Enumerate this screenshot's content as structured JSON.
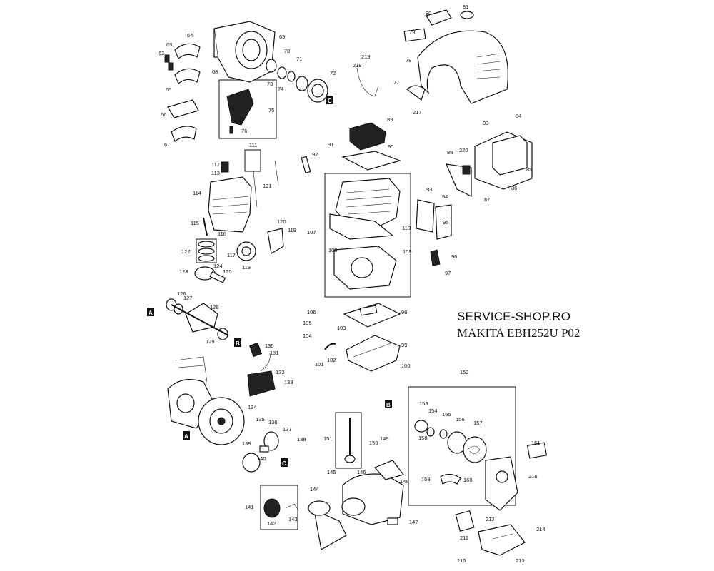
{
  "watermark": {
    "site": "SERVICE-SHOP.RO",
    "model": "MAKITA EBH252U P02"
  },
  "markers": [
    "A",
    "B",
    "C"
  ],
  "part_labels": [
    "62",
    "63",
    "64",
    "65",
    "66",
    "67",
    "68",
    "69",
    "70",
    "71",
    "72",
    "73",
    "74",
    "75",
    "76",
    "77",
    "78",
    "79",
    "80",
    "81",
    "83",
    "84",
    "85",
    "86",
    "87",
    "88",
    "89",
    "90",
    "91",
    "92",
    "93",
    "94",
    "95",
    "96",
    "97",
    "98",
    "99",
    "100",
    "101",
    "102",
    "103",
    "104",
    "105",
    "106",
    "107",
    "108",
    "109",
    "110",
    "111",
    "112",
    "113",
    "114",
    "115",
    "116",
    "117",
    "118",
    "119",
    "120",
    "121",
    "122",
    "123",
    "124",
    "125",
    "126",
    "127",
    "128",
    "129",
    "130",
    "131",
    "132",
    "133",
    "134",
    "135",
    "136",
    "137",
    "138",
    "139",
    "140",
    "141",
    "142",
    "143",
    "144",
    "145",
    "146",
    "147",
    "148",
    "149",
    "150",
    "151",
    "152",
    "153",
    "154",
    "155",
    "156",
    "157",
    "158",
    "159",
    "160",
    "161",
    "211",
    "212",
    "213",
    "214",
    "215",
    "216",
    "217",
    "218",
    "219",
    "220"
  ]
}
